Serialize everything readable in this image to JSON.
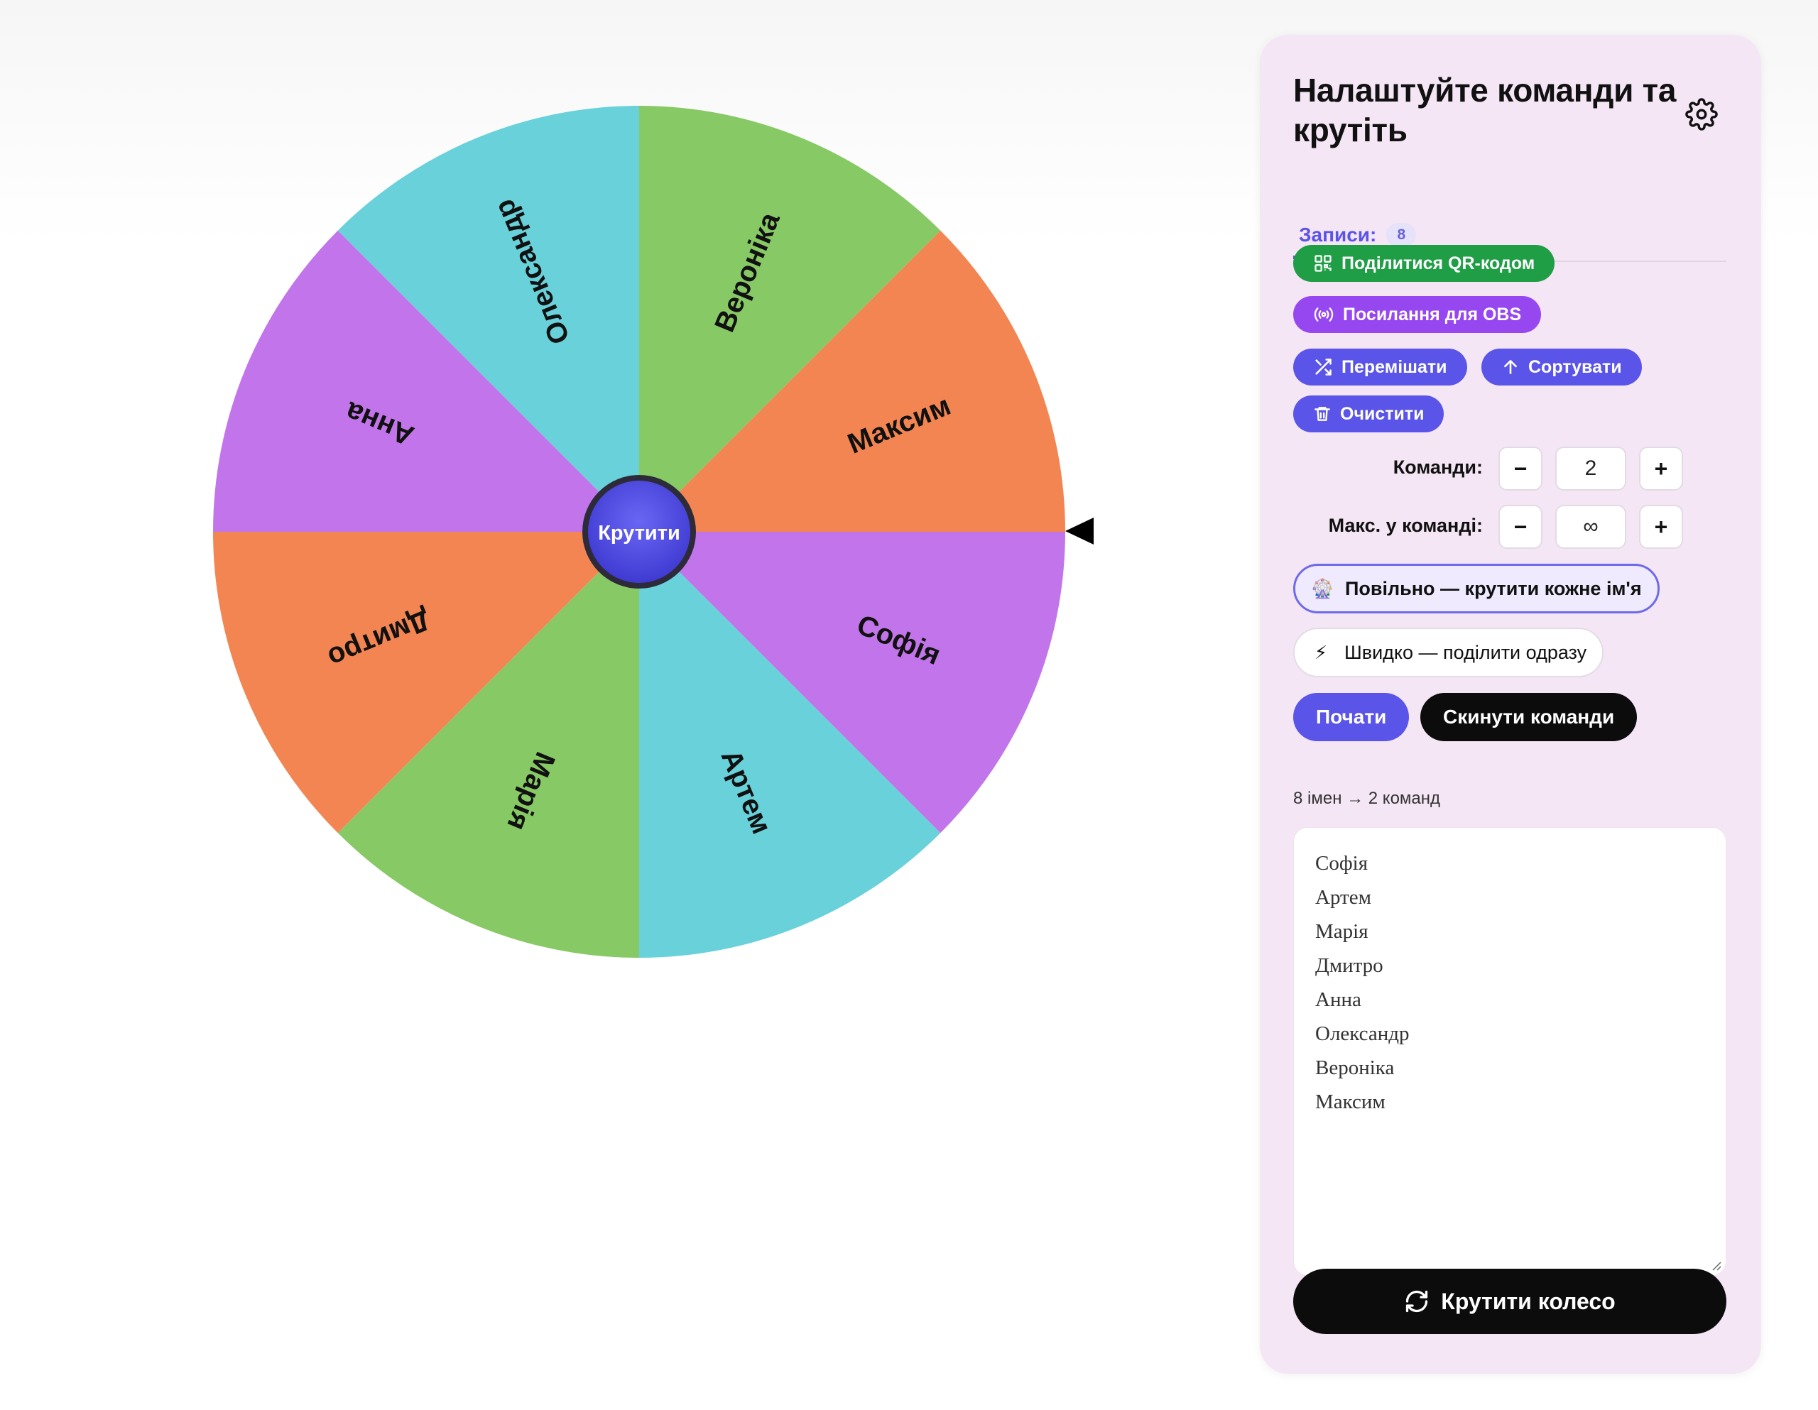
{
  "wheel": {
    "center_button": "Крутити",
    "segments": [
      {
        "name": "Софія",
        "color": "#c275ea"
      },
      {
        "name": "Артем",
        "color": "#68d1da"
      },
      {
        "name": "Марія",
        "color": "#87c965"
      },
      {
        "name": "Дмитро",
        "color": "#f38552"
      },
      {
        "name": "Анна",
        "color": "#c275ea"
      },
      {
        "name": "Олександр",
        "color": "#68d1da"
      },
      {
        "name": "Вероніка",
        "color": "#87c965"
      },
      {
        "name": "Максим",
        "color": "#f38552"
      }
    ],
    "pointer_icon": "pointer-triangle-left-icon"
  },
  "panel": {
    "title": "Налаштуйте команди та крутіть",
    "settings_icon": "gear-icon",
    "tabs": [
      {
        "label": "Записи:",
        "count": "8"
      }
    ],
    "buttons": {
      "share_qr": "Поділитися QR-кодом",
      "obs_link": "Посилання для OBS",
      "shuffle": "Перемішати",
      "sort": "Сортувати",
      "clear": "Очистити"
    },
    "teams": {
      "label": "Команди:",
      "value": "2"
    },
    "max_per_team": {
      "label": "Макс. у команді:",
      "value": "∞"
    },
    "modes": {
      "slow": {
        "label": "Повільно — крутити кожне ім'я",
        "icon": "🎡"
      },
      "fast": {
        "label": "Швидко — поділити одразу",
        "icon": "⚡"
      }
    },
    "start": "Почати",
    "reset_teams": "Скинути команди",
    "summary": "8 імен → 2 команд",
    "names": [
      "Софія",
      "Артем",
      "Марія",
      "Дмитро",
      "Анна",
      "Олександр",
      "Вероніка",
      "Максим"
    ],
    "spin_wheel": "Крутити колесо"
  },
  "colors": {
    "accent": "#5a54e8",
    "green": "#1f9e46",
    "purple": "#9747f0",
    "panel_bg": "#f5e6f6",
    "dark": "#0c0c0c"
  }
}
